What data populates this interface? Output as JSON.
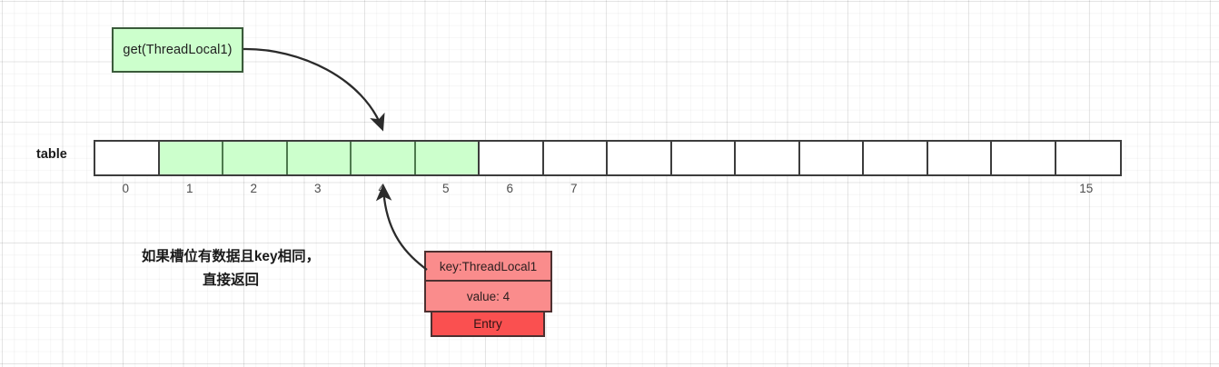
{
  "diagram": {
    "title_box": {
      "label": "get(ThreadLocal1)"
    },
    "table": {
      "row_label": "table",
      "slot_count": 16,
      "filled_slots": [
        1,
        2,
        3,
        4,
        5
      ],
      "index_labels": [
        {
          "index": 0,
          "text": "0"
        },
        {
          "index": 1,
          "text": "1"
        },
        {
          "index": 2,
          "text": "2"
        },
        {
          "index": 3,
          "text": "3"
        },
        {
          "index": 4,
          "text": "4"
        },
        {
          "index": 5,
          "text": "5"
        },
        {
          "index": 6,
          "text": "6"
        },
        {
          "index": 7,
          "text": "7"
        },
        {
          "index": 15,
          "text": "15"
        }
      ]
    },
    "note": {
      "line1": "如果槽位有数据且key相同，",
      "line2": "直接返回"
    },
    "entry": {
      "key_label": "key:ThreadLocal1",
      "value_label": "value: 4",
      "type_label": "Entry"
    },
    "colors": {
      "slot_filled": "#ccffcc",
      "slot_empty": "#ffffff",
      "box_green": "#ccffcc",
      "box_green_border": "#3a5a3a",
      "entry_kv": "#fa8c8c",
      "entry_bottom": "#fa5050",
      "entry_border": "#4d3030",
      "stroke": "#3d3d3d",
      "background": "#ffffff"
    }
  }
}
